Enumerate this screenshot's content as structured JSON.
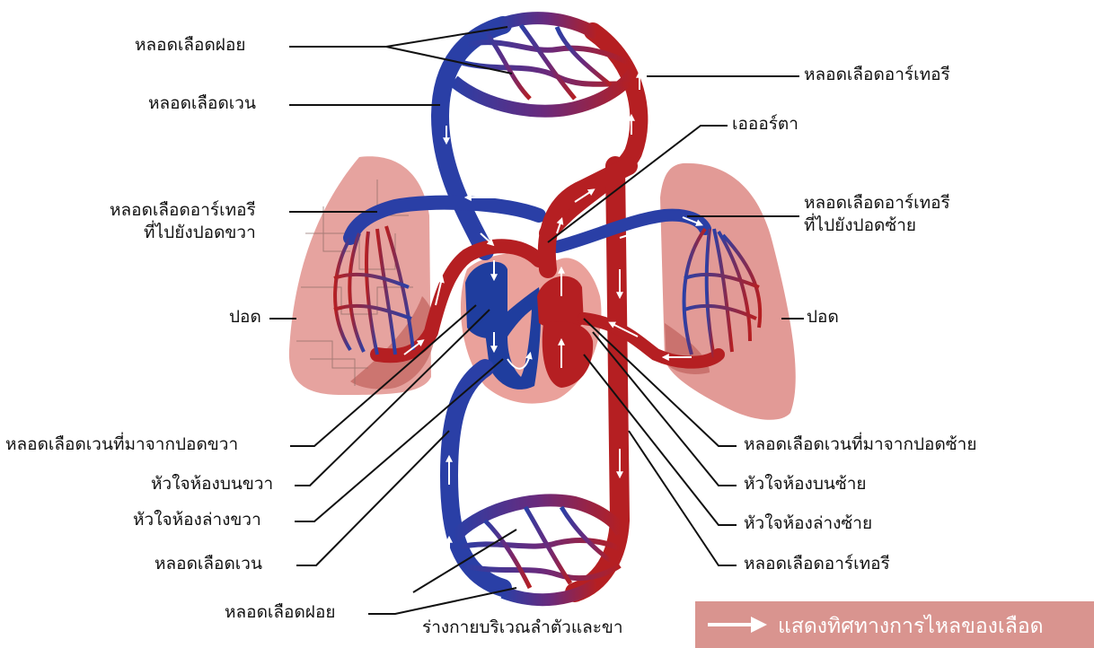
{
  "labels": {
    "capillaries_top": "หลอดเลือดฝอย",
    "vein_top": "หลอดเลือดเวน",
    "artery_top": "หลอดเลือดอาร์เทอรี",
    "aorta": "เอออร์ตา",
    "pulmonary_artery_right": [
      "หลอดเลือดอาร์เทอรี",
      "ที่ไปยังปอดขวา"
    ],
    "pulmonary_artery_left": [
      "หลอดเลือดอาร์เทอรี",
      "ที่ไปยังปอดซ้าย"
    ],
    "lung_right": "ปอด",
    "lung_left": "ปอด",
    "pulmonary_vein_right": "หลอดเลือดเวนที่มาจากปอดขวา",
    "right_atrium": "หัวใจห้องบนขวา",
    "right_ventricle": "หัวใจห้องล่างขวา",
    "vein_bottom": "หลอดเลือดเวน",
    "capillaries_bottom": "หลอดเลือดฝอย",
    "pulmonary_vein_left": "หลอดเลือดเวนที่มาจากปอดซ้าย",
    "left_atrium": "หัวใจห้องบนซ้าย",
    "left_ventricle": "หัวใจห้องล่างซ้าย",
    "artery_bottom": "หลอดเลือดอาร์เทอรี"
  },
  "caption": "ร่างกายบริเวณลำตัวและขา",
  "legend": {
    "text": "แสดงทิศทางการไหลของเลือด"
  },
  "colors": {
    "oxygenated": "#b51f22",
    "deoxygenated": "#1f3d9e",
    "capillary": "#5b2a7a",
    "lung": "#e29a96",
    "heart_bg": "#eaa19b",
    "legend_bg": "#d9948f"
  }
}
